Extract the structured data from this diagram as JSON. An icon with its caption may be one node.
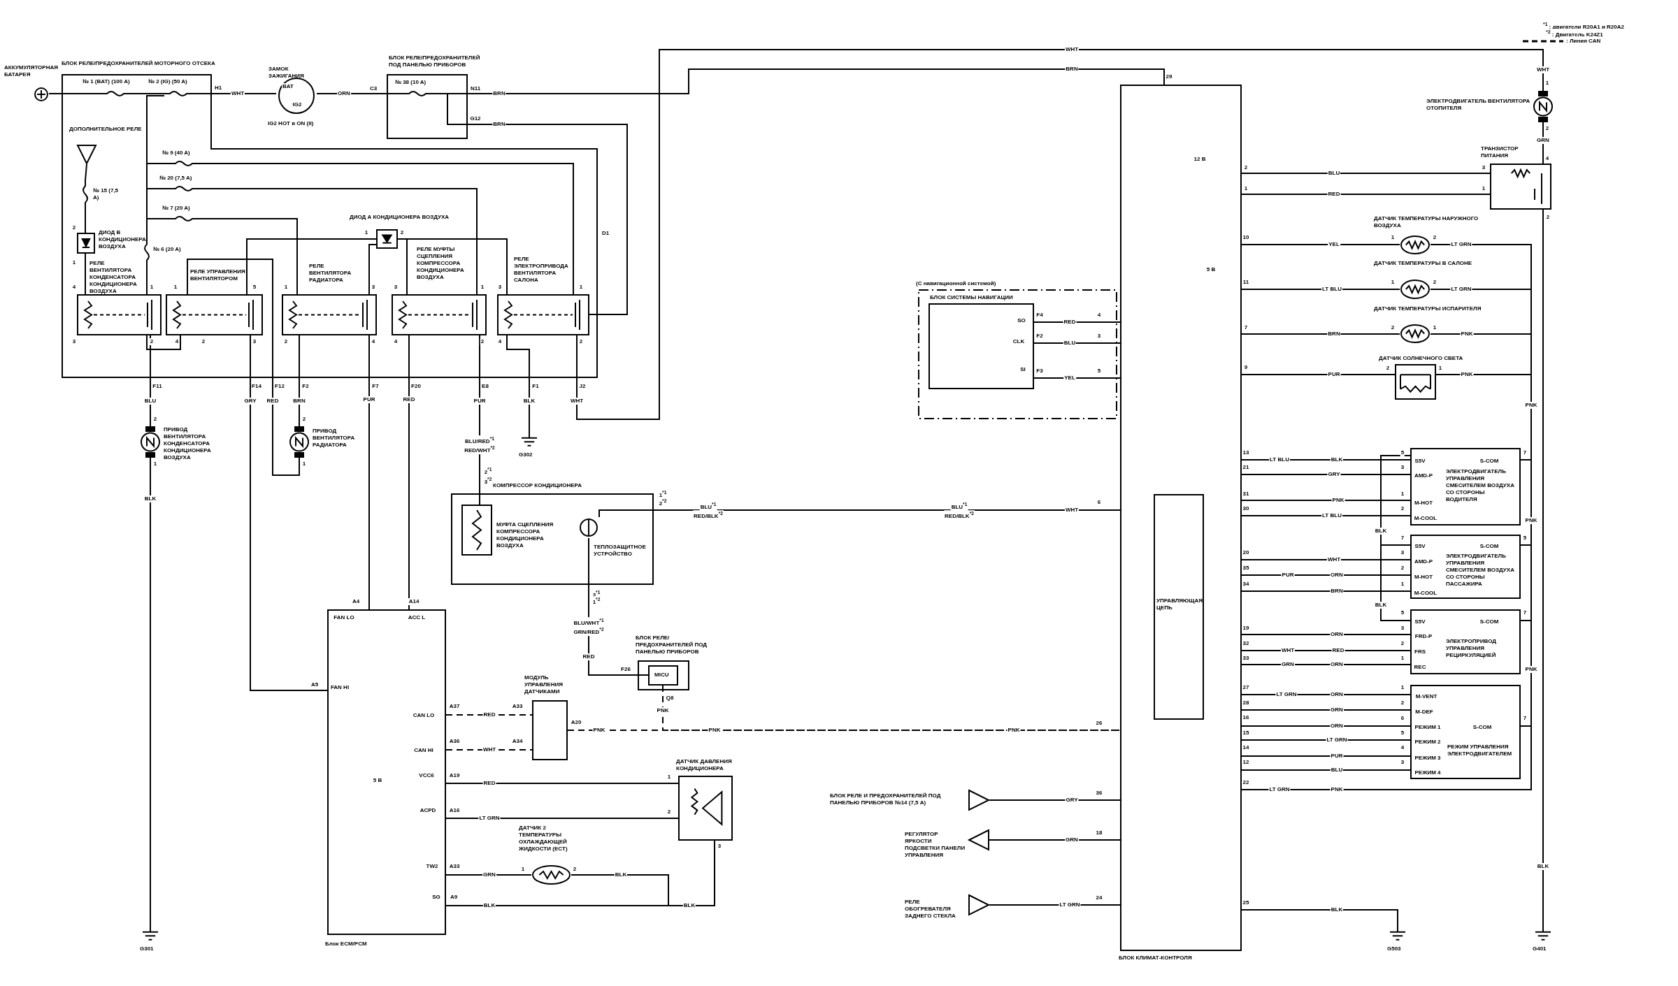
{
  "diagram": {
    "nodes": [
      {
        "text": [
          "АККУМУЛЯТОРНАЯ БАТАРЕЯ"
        ]
      },
      {
        "text": [
          "БЛОК РЕЛЕ/ПРЕДОХРАНИТЕЛЕЙ МОТОРНОГО ОТСЕКА"
        ]
      },
      {
        "text": [
          "№ 1 (BAT) (100 A)"
        ],
        "in": 1
      },
      {
        "text": [
          "№ 2 (IG) (50 A)"
        ],
        "in": 1
      },
      {
        "text": [
          "№ 9 (40 A)"
        ],
        "in": 1
      },
      {
        "text": [
          "№ 20 (7,5 A)"
        ],
        "in": 1
      },
      {
        "text": [
          "№ 7 (20 A)"
        ],
        "in": 1
      },
      {
        "text": [
          "ДОПОЛНИТЕЛЬНОЕ РЕЛЕ"
        ],
        "in": 1
      },
      {
        "text": [
          "№ 15 (7,5 A)"
        ],
        "in": 1
      },
      {
        "text": [
          "ДИОД В КОНДИЦИОНЕРА ВОЗДУХА"
        ],
        "in": 1
      },
      {
        "text": [
          "№ 6 (20 A)"
        ],
        "in": 1
      },
      {
        "text": [
          "РЕЛЕ ВЕНТИЛЯТОРА КОНДЕНСАТОРА КОНДИЦИОНЕРА ВОЗДУХА"
        ],
        "in": 1
      },
      {
        "text": [
          "РЕЛЕ УПРАВЛЕНИЯ ВЕНТИЛЯТОРОМ"
        ],
        "in": 1
      },
      {
        "text": [
          "РЕЛЕ ВЕНТИЛЯТОРА РАДИАТОРА"
        ],
        "in": 1
      },
      {
        "text": [
          "ДИОД А КОНДИЦИОНЕРА ВОЗДУХА"
        ],
        "in": 1
      },
      {
        "text": [
          "РЕЛЕ МУФТЫ СЦЕПЛЕНИЯ КОМПРЕССОРА КОНДИЦИОНЕРА ВОЗДУХА"
        ],
        "in": 1
      },
      {
        "text": [
          "РЕЛЕ ЭЛЕКТРОПРИВОДА ВЕНТИЛЯТОРА САЛОНА"
        ],
        "in": 1
      },
      {
        "text": [
          "ЗАМОК ЗАЖИГАНИЯ",
          "IG2 HOT в ON (II)"
        ]
      },
      {
        "text": [
          "БЛОК РЕЛЕ/ПРЕДОХРАНИТЕЛЕЙ ПОД ПАНЕЛЬЮ ПРИБОРОВ"
        ]
      },
      {
        "text": [
          "№ 38 (10 A)"
        ],
        "in": 18
      },
      {
        "text": [
          "ПРИВОД ВЕНТИЛЯТОРА КОНДЕНСАТОРА КОНДИЦИОНЕРА ВОЗДУХА"
        ]
      },
      {
        "text": [
          "ПРИВОД ВЕНТИЛЯТОРА РАДИАТОРА"
        ]
      },
      {
        "text": [
          "G302"
        ]
      },
      {
        "text": [
          "G301"
        ]
      },
      {
        "text": [
          "Блок ECM/PCM"
        ]
      },
      {
        "text": [
          "КОМПРЕССОР КОНДИЦИОНЕРА"
        ]
      },
      {
        "text": [
          "МУФТА СЦЕПЛЕНИЯ КОМПРЕССОРА КОНДИЦИОНЕРА ВОЗДУХА"
        ],
        "in": 25
      },
      {
        "text": [
          "ТЕПЛОЗАЩИТНОЕ УСТРОЙСТВО"
        ],
        "in": 25
      },
      {
        "text": [
          "МОДУЛЬ УПРАВЛЕНИЯ ДАТЧИКАМИ"
        ]
      },
      {
        "text": [
          "БЛОК РЕЛЕ/ПРЕДОХРАНИТЕЛЕЙ ПОД ПАНЕЛЬЮ ПРИБОРОВ"
        ]
      },
      {
        "text": [
          "MICU"
        ],
        "in": 29
      },
      {
        "text": [
          "ДАТЧИК ДАВЛЕНИЯ КОНДИЦИОНЕРА"
        ]
      },
      {
        "text": [
          "ДАТЧИК 2 ТЕМПЕРАТУРЫ ОХЛАЖДАЮЩЕЙ ЖИДКОСТИ (ECT)"
        ]
      },
      {
        "text": [
          "БЛОК РЕЛЕ И ПРЕДОХРАНИТЕЛЕЙ ПОД ПАНЕЛЬЮ ПРИБОРОВ №14 (7,5 A)"
        ]
      },
      {
        "text": [
          "РЕГУЛЯТОР ЯРКОСТИ ПОДСВЕТКИ ПАНЕЛИ УПРАВЛЕНИЯ"
        ]
      },
      {
        "text": [
          "РЕЛЕ ОБОГРЕВАТЕЛЯ ЗАДНЕГО СТЕКЛА"
        ]
      },
      {
        "text": [
          "(С навигационной системой)"
        ]
      },
      {
        "text": [
          "БЛОК СИСТЕМЫ НАВИГАЦИИ"
        ],
        "in": 36
      },
      {
        "text": [
          "БЛОК КЛИМАТ-КОНТРОЛЯ"
        ]
      },
      {
        "text": [
          "УПРАВЛЯЮЩАЯ ЦЕПЬ"
        ],
        "in": 38
      },
      {
        "text": [
          "ЭЛЕКТРОДВИГАТЕЛЬ ВЕНТИЛЯТОРА ОТОПИТЕЛЯ"
        ]
      },
      {
        "text": [
          "ТРАНЗИСТОР ПИТАНИЯ"
        ]
      },
      {
        "text": [
          "ДАТЧИК ТЕМПЕРАТУРЫ НАРУЖНОГО ВОЗДУХА"
        ]
      },
      {
        "text": [
          "ДАТЧИК ТЕМПЕРАТУРЫ В САЛОНЕ"
        ]
      },
      {
        "text": [
          "ДАТЧИК ТЕМПЕРАТУРЫ ИСПАРИТЕЛЯ"
        ]
      },
      {
        "text": [
          "ДАТЧИК СОЛНЕЧНОГО СВЕТА"
        ]
      },
      {
        "text": [
          "ЭЛЕКТРОДВИГАТЕЛЬ УПРАВЛЕНИЯ СМЕСИТЕЛЕМ ВОЗДУХА СО СТОРОНЫ ВОДИТЕЛЯ"
        ]
      },
      {
        "text": [
          "ЭЛЕКТРОДВИГАТЕЛЬ УПРАВЛЕНИЯ СМЕСИТЕЛЕМ ВОЗДУХА СО СТОРОНЫ ПАССАЖИРА"
        ]
      },
      {
        "text": [
          "ЭЛЕКТРОПРИВОД УПРАВЛЕНИЯ РЕЦИРКУЛЯЦИЕЙ"
        ]
      },
      {
        "text": [
          "РЕЖИМ УПРАВЛЕНИЯ ЭЛЕКТРОДВИГАТЕЛЕМ"
        ]
      },
      {
        "text": [
          "G503"
        ]
      },
      {
        "text": [
          "G401"
        ]
      }
    ],
    "edges": [
      {
        "from": 0,
        "to": 2,
        "arrow": "none"
      },
      {
        "from": 2,
        "to": 3,
        "arrow": "none"
      },
      {
        "from": 3,
        "to": 17,
        "arrow": "none",
        "label": "WHT"
      },
      {
        "from": 17,
        "to": 19,
        "arrow": "none",
        "label": "ORN"
      },
      {
        "from": 19,
        "to": 38,
        "arrow": "none",
        "label": "BRN"
      },
      {
        "from": 19,
        "to": 16,
        "arrow": "none",
        "label": "BRN"
      },
      {
        "from": 3,
        "to": 4,
        "arrow": "none"
      },
      {
        "from": 3,
        "to": 5,
        "arrow": "none"
      },
      {
        "from": 3,
        "to": 6,
        "arrow": "none"
      },
      {
        "from": 3,
        "to": 10,
        "arrow": "none"
      },
      {
        "from": 7,
        "to": 8,
        "arrow": "none"
      },
      {
        "from": 8,
        "to": 9,
        "arrow": "none"
      },
      {
        "from": 9,
        "to": 11,
        "arrow": "none"
      },
      {
        "from": 10,
        "to": 11,
        "arrow": "none"
      },
      {
        "from": 11,
        "to": 12,
        "arrow": "none"
      },
      {
        "from": 4,
        "to": 16,
        "arrow": "none"
      },
      {
        "from": 5,
        "to": 15,
        "arrow": "none"
      },
      {
        "from": 6,
        "to": 13,
        "arrow": "none"
      },
      {
        "from": 12,
        "to": 14,
        "arrow": "none"
      },
      {
        "from": 13,
        "to": 14,
        "arrow": "none"
      },
      {
        "from": 14,
        "to": 15,
        "arrow": "none"
      },
      {
        "from": 14,
        "to": 16,
        "arrow": "none"
      },
      {
        "from": 11,
        "to": 20,
        "arrow": "none",
        "label": "BLU"
      },
      {
        "from": 20,
        "to": 23,
        "arrow": "none",
        "label": "BLK"
      },
      {
        "from": 12,
        "to": 24,
        "arrow": "none",
        "label": "GRY"
      },
      {
        "from": 21,
        "to": 12,
        "arrow": "none",
        "label": "RED"
      },
      {
        "from": 13,
        "to": 21,
        "arrow": "none",
        "label": "BRN"
      },
      {
        "from": 13,
        "to": 24,
        "arrow": "none",
        "label": "PUR"
      },
      {
        "from": 15,
        "to": 24,
        "arrow": "none",
        "label": "RED"
      },
      {
        "from": 15,
        "to": 26,
        "arrow": "none",
        "label": "PUR"
      },
      {
        "from": 16,
        "to": 22,
        "arrow": "none",
        "label": "BLK"
      },
      {
        "from": 16,
        "to": 40,
        "arrow": "none",
        "label": "WHT"
      },
      {
        "from": 40,
        "to": 41,
        "arrow": "none",
        "label": "GRN"
      },
      {
        "from": 38,
        "to": 41,
        "arrow": "none",
        "label": "BLU"
      },
      {
        "from": 38,
        "to": 41,
        "arrow": "none",
        "label": "RED"
      },
      {
        "from": 41,
        "to": 51,
        "arrow": "none",
        "label": "BLK"
      },
      {
        "from": 27,
        "to": 38,
        "arrow": "none",
        "label": "WHT"
      },
      {
        "from": 27,
        "to": 30,
        "arrow": "none",
        "label": "RED"
      },
      {
        "from": 24,
        "to": 28,
        "arrow": "none",
        "label": "RED",
        "style": "dashed"
      },
      {
        "from": 24,
        "to": 28,
        "arrow": "none",
        "label": "WHT",
        "style": "dashed"
      },
      {
        "from": 28,
        "to": 38,
        "arrow": "none",
        "label": "PNK",
        "style": "dashed"
      },
      {
        "from": 30,
        "to": 38,
        "arrow": "none",
        "label": "PNK",
        "style": "dashed"
      },
      {
        "from": 24,
        "to": 31,
        "arrow": "none",
        "label": "RED"
      },
      {
        "from": 24,
        "to": 31,
        "arrow": "none",
        "label": "LT GRN"
      },
      {
        "from": 24,
        "to": 32,
        "arrow": "none",
        "label": "GRN"
      },
      {
        "from": 32,
        "to": 24,
        "arrow": "none",
        "label": "BLK"
      },
      {
        "from": 31,
        "to": 24,
        "arrow": "none",
        "label": "BLK"
      },
      {
        "from": 33,
        "to": 38,
        "arrow": "none",
        "label": "GRY"
      },
      {
        "from": 38,
        "to": 34,
        "arrow": "none",
        "label": "GRN"
      },
      {
        "from": 35,
        "to": 38,
        "arrow": "none",
        "label": "LT GRN"
      },
      {
        "from": 38,
        "to": 37,
        "arrow": "none",
        "label": "RED"
      },
      {
        "from": 38,
        "to": 37,
        "arrow": "none",
        "label": "BLU"
      },
      {
        "from": 38,
        "to": 37,
        "arrow": "none",
        "label": "YEL"
      },
      {
        "from": 38,
        "to": 42,
        "arrow": "none",
        "label": "YEL"
      },
      {
        "from": 42,
        "to": 38,
        "arrow": "none",
        "label": "LT GRN"
      },
      {
        "from": 38,
        "to": 43,
        "arrow": "none",
        "label": "LT BLU"
      },
      {
        "from": 43,
        "to": 38,
        "arrow": "none",
        "label": "LT GRN"
      },
      {
        "from": 38,
        "to": 44,
        "arrow": "none",
        "label": "BRN"
      },
      {
        "from": 44,
        "to": 38,
        "arrow": "none",
        "label": "PNK"
      },
      {
        "from": 38,
        "to": 45,
        "arrow": "none",
        "label": "PUR"
      },
      {
        "from": 45,
        "to": 38,
        "arrow": "none",
        "label": "PNK"
      },
      {
        "from": 38,
        "to": 46,
        "arrow": "none",
        "label": "LT BLU"
      },
      {
        "from": 38,
        "to": 46,
        "arrow": "none",
        "label": "GRY"
      },
      {
        "from": 38,
        "to": 46,
        "arrow": "none",
        "label": "PNK"
      },
      {
        "from": 38,
        "to": 46,
        "arrow": "none",
        "label": "LT BLU"
      },
      {
        "from": 38,
        "to": 47,
        "arrow": "none",
        "label": "WHT"
      },
      {
        "from": 38,
        "to": 47,
        "arrow": "none",
        "label": "PUR"
      },
      {
        "from": 38,
        "to": 47,
        "arrow": "none",
        "label": "BRN"
      },
      {
        "from": 38,
        "to": 48,
        "arrow": "none",
        "label": "ORN"
      },
      {
        "from": 38,
        "to": 48,
        "arrow": "none",
        "label": "WHT"
      },
      {
        "from": 38,
        "to": 48,
        "arrow": "none",
        "label": "GRN"
      },
      {
        "from": 38,
        "to": 49,
        "arrow": "none",
        "label": "LT GRN"
      },
      {
        "from": 38,
        "to": 49,
        "arrow": "none",
        "label": "GRN"
      },
      {
        "from": 38,
        "to": 49,
        "arrow": "none",
        "label": "ORN"
      },
      {
        "from": 38,
        "to": 49,
        "arrow": "none",
        "label": "LT GRN"
      },
      {
        "from": 38,
        "to": 49,
        "arrow": "none",
        "label": "PUR"
      },
      {
        "from": 38,
        "to": 49,
        "arrow": "none",
        "label": "BLU"
      },
      {
        "from": 38,
        "to": 50,
        "arrow": "none",
        "label": "BLK"
      },
      {
        "from": 46,
        "to": 47,
        "arrow": "none"
      },
      {
        "from": 46,
        "to": 48,
        "arrow": "none"
      },
      {
        "from": 46,
        "to": 38,
        "arrow": "none"
      },
      {
        "from": 47,
        "to": 38,
        "arrow": "none"
      },
      {
        "from": 48,
        "to": 38,
        "arrow": "none"
      },
      {
        "from": 49,
        "to": 38,
        "arrow": "none"
      }
    ],
    "labels": [
      "H1",
      "F11",
      "F14",
      "F12",
      "F2",
      "F7",
      "F20",
      "E8",
      "F1",
      "J2",
      "D1",
      "4",
      "1",
      "3",
      "2",
      "1",
      "5",
      "4",
      "2",
      "3",
      "1",
      "3",
      "2",
      "4",
      "3",
      "1",
      "4",
      "2",
      "3",
      "1",
      "4",
      "2",
      "2",
      "1",
      "1",
      "2",
      "BAT",
      "IG2",
      "C3",
      "N11",
      "G12",
      "2",
      "1",
      "2",
      "1",
      "BLU/RED$^{*1}$",
      "RED/WHT$^{*2}$",
      "2$^{*1}$",
      "3$^{*2}$",
      "1$^{*1}$",
      "2$^{*2}$",
      "3$^{*1}$",
      "1$^{*2}$",
      "BLU$^{*1}$",
      "RED/BLK$^{*2}$",
      "BLU$^{*1}$",
      "RED/BLK$^{*2}$",
      "6",
      "BLU/WHT$^{*1}$",
      "GRN/RED$^{*2}$",
      "F26",
      "Q8",
      "A4",
      "A14",
      "FAN LO",
      "ACC L",
      "A5",
      "FAN HI",
      "A37",
      "CAN LO",
      "A36",
      "CAN HI",
      "VCC6",
      "A19",
      "5 В",
      "ACPD",
      "A16",
      "TW2",
      "A33",
      "SG",
      "A9",
      "A33",
      "A34",
      "A20",
      "PNK",
      "PNK",
      "26",
      "1",
      "2",
      "3",
      "1",
      "2",
      "BLK",
      "36",
      "18",
      "24",
      "F4",
      "SO",
      "F2",
      "CLK",
      "SI",
      "F3",
      "4",
      "3",
      "5",
      "29",
      "12 В",
      "2",
      "1",
      "3",
      "1",
      "4",
      "2",
      "WHT",
      "BRN",
      "WHT",
      "1",
      "2",
      "5 В",
      "10",
      "1",
      "2",
      "11",
      "1",
      "2",
      "7",
      "2",
      "1",
      "9",
      "2",
      "1",
      "PNK",
      "13",
      "BLK",
      "5",
      "S5V",
      "S-COM",
      "7",
      "21",
      "3",
      "AMD-P",
      "31",
      "1",
      "M-HOT",
      "30",
      "2",
      "M-COOL",
      "PNK",
      "BLK",
      "7",
      "S5V",
      "S-COM",
      "5",
      "20",
      "3",
      "AMD-P",
      "35",
      "ORN",
      "2",
      "M-HOT",
      "34",
      "1",
      "M-COOL",
      "BLK",
      "5",
      "S5V",
      "S-COM",
      "7",
      "19",
      "3",
      "FRD-P",
      "32",
      "RED",
      "2",
      "FRS",
      "33",
      "ORN",
      "1",
      "REC",
      "PNK",
      "27",
      "ORN",
      "1",
      "M-VENT",
      "28",
      "2",
      "M-DEF",
      "16",
      "6",
      "РЕЖИМ 1",
      "S-COM",
      "7",
      "15",
      "5",
      "РЕЖИМ 2",
      "14",
      "4",
      "РЕЖИМ 3",
      "12",
      "3",
      "РЕЖИМ 4",
      "22",
      "LT GRN",
      "PNK",
      "25",
      "$^{*1}$ : двигатели R20A1 и R20A2",
      "$^{*2}$ : Двигатель K24Z1"
    ],
    "legend": [
      {
        "text": ": Линия CAN"
      }
    ]
  }
}
